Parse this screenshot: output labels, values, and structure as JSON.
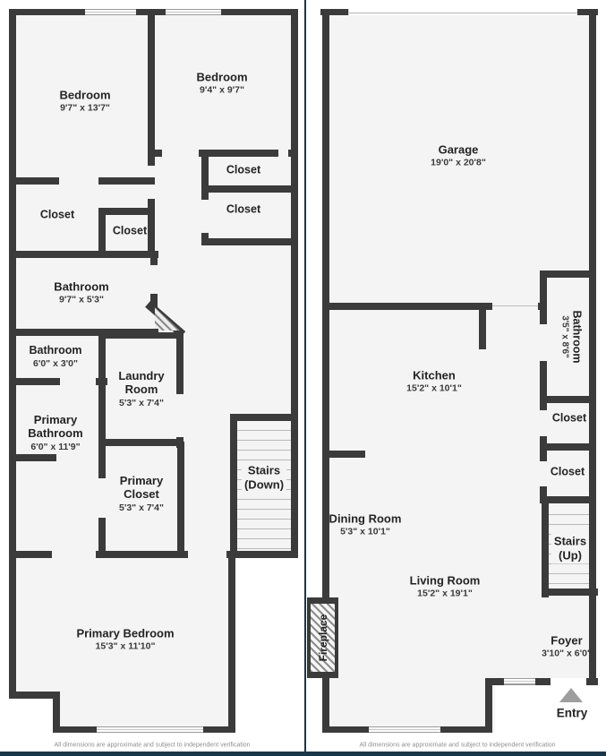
{
  "disclaimer": "All dimensions are approximate and subject to independent verification",
  "left_plan": {
    "bedroom1": {
      "name": "Bedroom",
      "dims": "9'7\" x 13'7\""
    },
    "bedroom2": {
      "name": "Bedroom",
      "dims": "9'4\" x 9'7\""
    },
    "closet_top_1": {
      "name": "Closet"
    },
    "closet_top_2": {
      "name": "Closet"
    },
    "closet_left": {
      "name": "Closet"
    },
    "closet_small": {
      "name": "Closet"
    },
    "bathroom_upper": {
      "name": "Bathroom",
      "dims": "9'7\" x 5'3\""
    },
    "bathroom_small": {
      "name": "Bathroom",
      "dims": "6'0\" x 3'0\""
    },
    "laundry": {
      "name": "Laundry Room",
      "dims": "5'3\" x 7'4\""
    },
    "primary_bathroom": {
      "name": "Primary Bathroom",
      "dims": "6'0\" x 11'9\""
    },
    "primary_closet": {
      "name": "Primary Closet",
      "dims": "5'3\" x 7'4\""
    },
    "stairs": {
      "line1": "Stairs",
      "line2": "(Down)"
    },
    "primary_bedroom": {
      "name": "Primary Bedroom",
      "dims": "15'3\" x 11'10\""
    }
  },
  "right_plan": {
    "garage": {
      "name": "Garage",
      "dims": "19'0\" x 20'8\""
    },
    "kitchen": {
      "name": "Kitchen",
      "dims": "15'2\" x 10'1\""
    },
    "bathroom": {
      "name": "Bathroom",
      "dims": "3'5\" x 8'6\""
    },
    "closet_1": {
      "name": "Closet"
    },
    "closet_2": {
      "name": "Closet"
    },
    "stairs": {
      "line1": "Stairs",
      "line2": "(Up)"
    },
    "dining": {
      "name": "Dining Room",
      "dims": "5'3\" x 10'1\""
    },
    "living": {
      "name": "Living Room",
      "dims": "15'2\" x 19'1\""
    },
    "foyer": {
      "name": "Foyer",
      "dims": "3'10\" x 6'0\""
    },
    "fireplace_label": "Fireplace",
    "entry_label": "Entry"
  },
  "colors": {
    "wall": "#3b3b3b",
    "floor": "#f4f4f4",
    "accent_bar": "#16384a",
    "entry_arrow": "#9e9e9e"
  }
}
